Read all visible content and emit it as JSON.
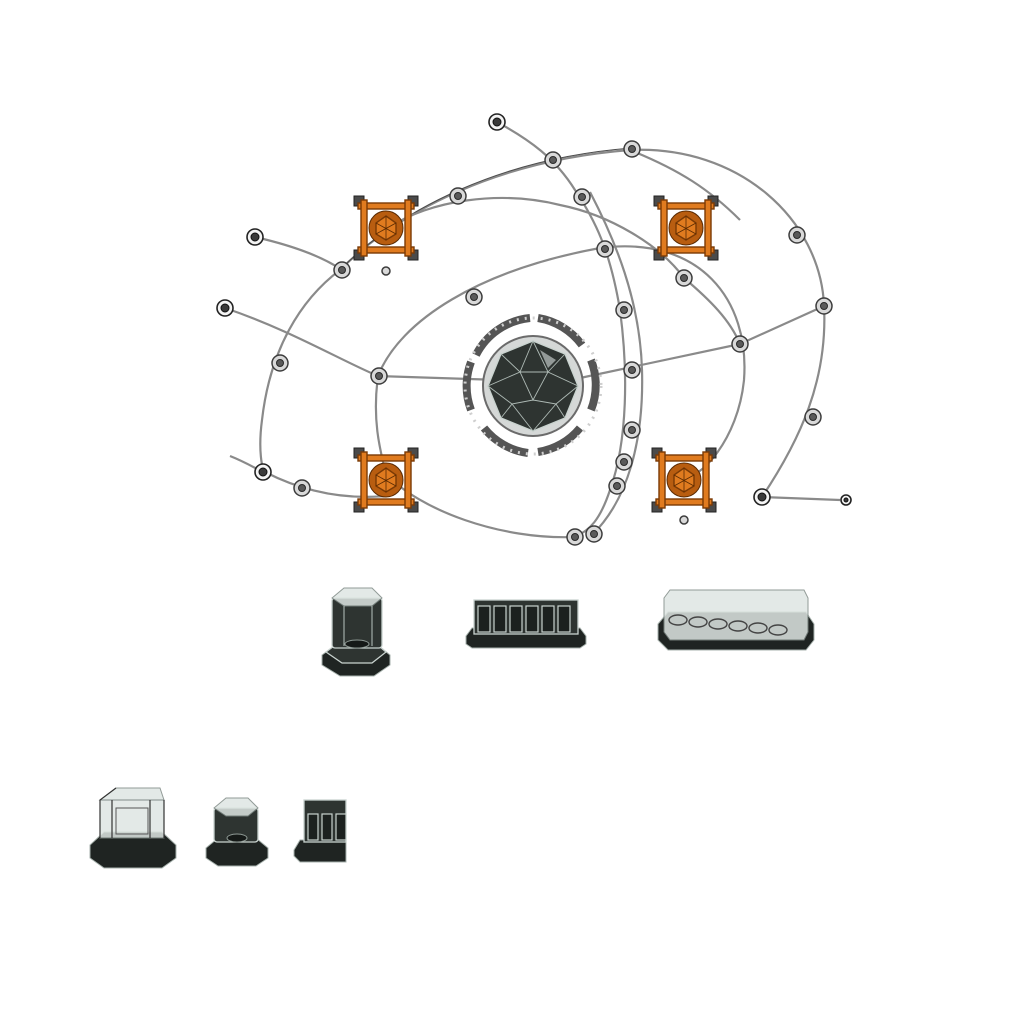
{
  "scene": {
    "description_none": "",
    "central_hub": {
      "name": "central-crystal-hub",
      "icon": "geodesic-crystal-icon"
    },
    "orange_nodes": [
      {
        "name": "orange-node-top-left",
        "icon": "orange-crystal-node-icon"
      },
      {
        "name": "orange-node-top-right",
        "icon": "orange-crystal-node-icon"
      },
      {
        "name": "orange-node-bottom-left",
        "icon": "orange-crystal-node-icon"
      },
      {
        "name": "orange-node-bottom-right",
        "icon": "orange-crystal-node-icon"
      }
    ],
    "props": [
      {
        "name": "prop-octagonal-tower",
        "icon": "octagon-tower-icon"
      },
      {
        "name": "prop-cell-rack",
        "icon": "battery-rack-icon"
      },
      {
        "name": "prop-glass-tray",
        "icon": "glass-tray-icon"
      },
      {
        "name": "prop-glass-cube",
        "icon": "glass-cube-icon"
      },
      {
        "name": "prop-small-tower",
        "icon": "small-tower-icon"
      },
      {
        "name": "prop-rack-fragment",
        "icon": "rack-fragment-icon"
      }
    ],
    "colors": {
      "accent_orange": "#e07b1f",
      "glass_dark": "#2e3431",
      "rail_gray": "#8a8a8a",
      "background": "#ffffff"
    }
  }
}
